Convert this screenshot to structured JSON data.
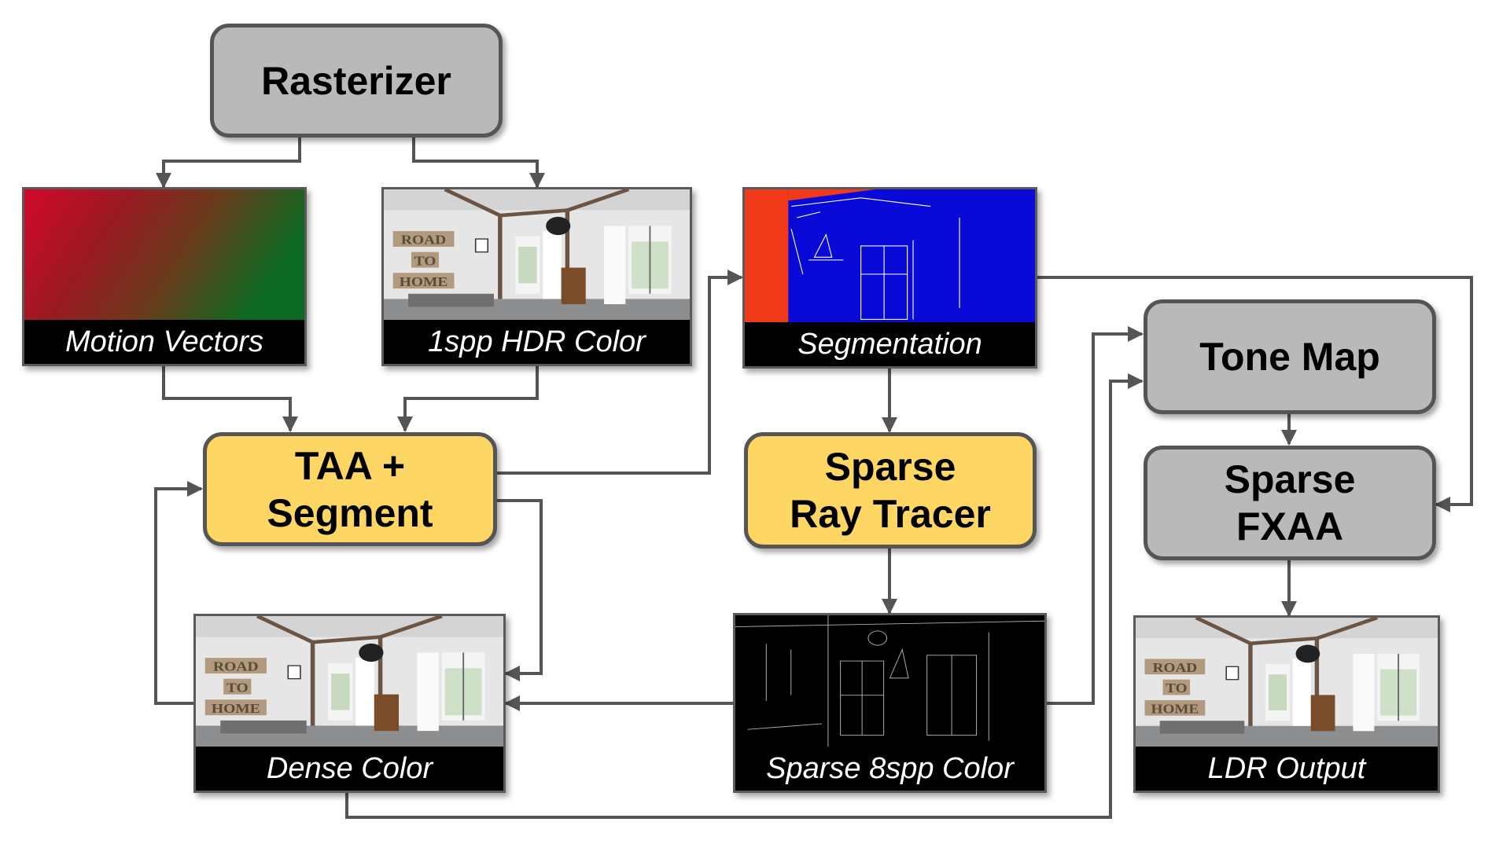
{
  "nodes": {
    "rasterizer": {
      "label": "Rasterizer"
    },
    "taa_segment": {
      "label": "TAA +\nSegment"
    },
    "sparse_ray_tracer": {
      "label": "Sparse\nRay Tracer"
    },
    "tone_map": {
      "label": "Tone Map"
    },
    "sparse_fxaa": {
      "label": "Sparse\nFXAA"
    }
  },
  "panels": {
    "motion_vectors": {
      "caption": "Motion Vectors"
    },
    "hdr_color": {
      "caption": "1spp HDR Color"
    },
    "segmentation": {
      "caption": "Segmentation"
    },
    "dense_color": {
      "caption": "Dense Color"
    },
    "sparse_color": {
      "caption": "Sparse 8spp Color"
    },
    "ldr_output": {
      "caption": "LDR Output"
    }
  },
  "room_sign": [
    "ROAD",
    "TO",
    "HOME"
  ],
  "colors": {
    "gray_node": "#b9b9b9",
    "yellow_node": "#fdd663",
    "border": "#555555",
    "arrow": "#555555",
    "segmentation_blue": "#0a0ad8",
    "segmentation_red": "#f03a1a"
  }
}
